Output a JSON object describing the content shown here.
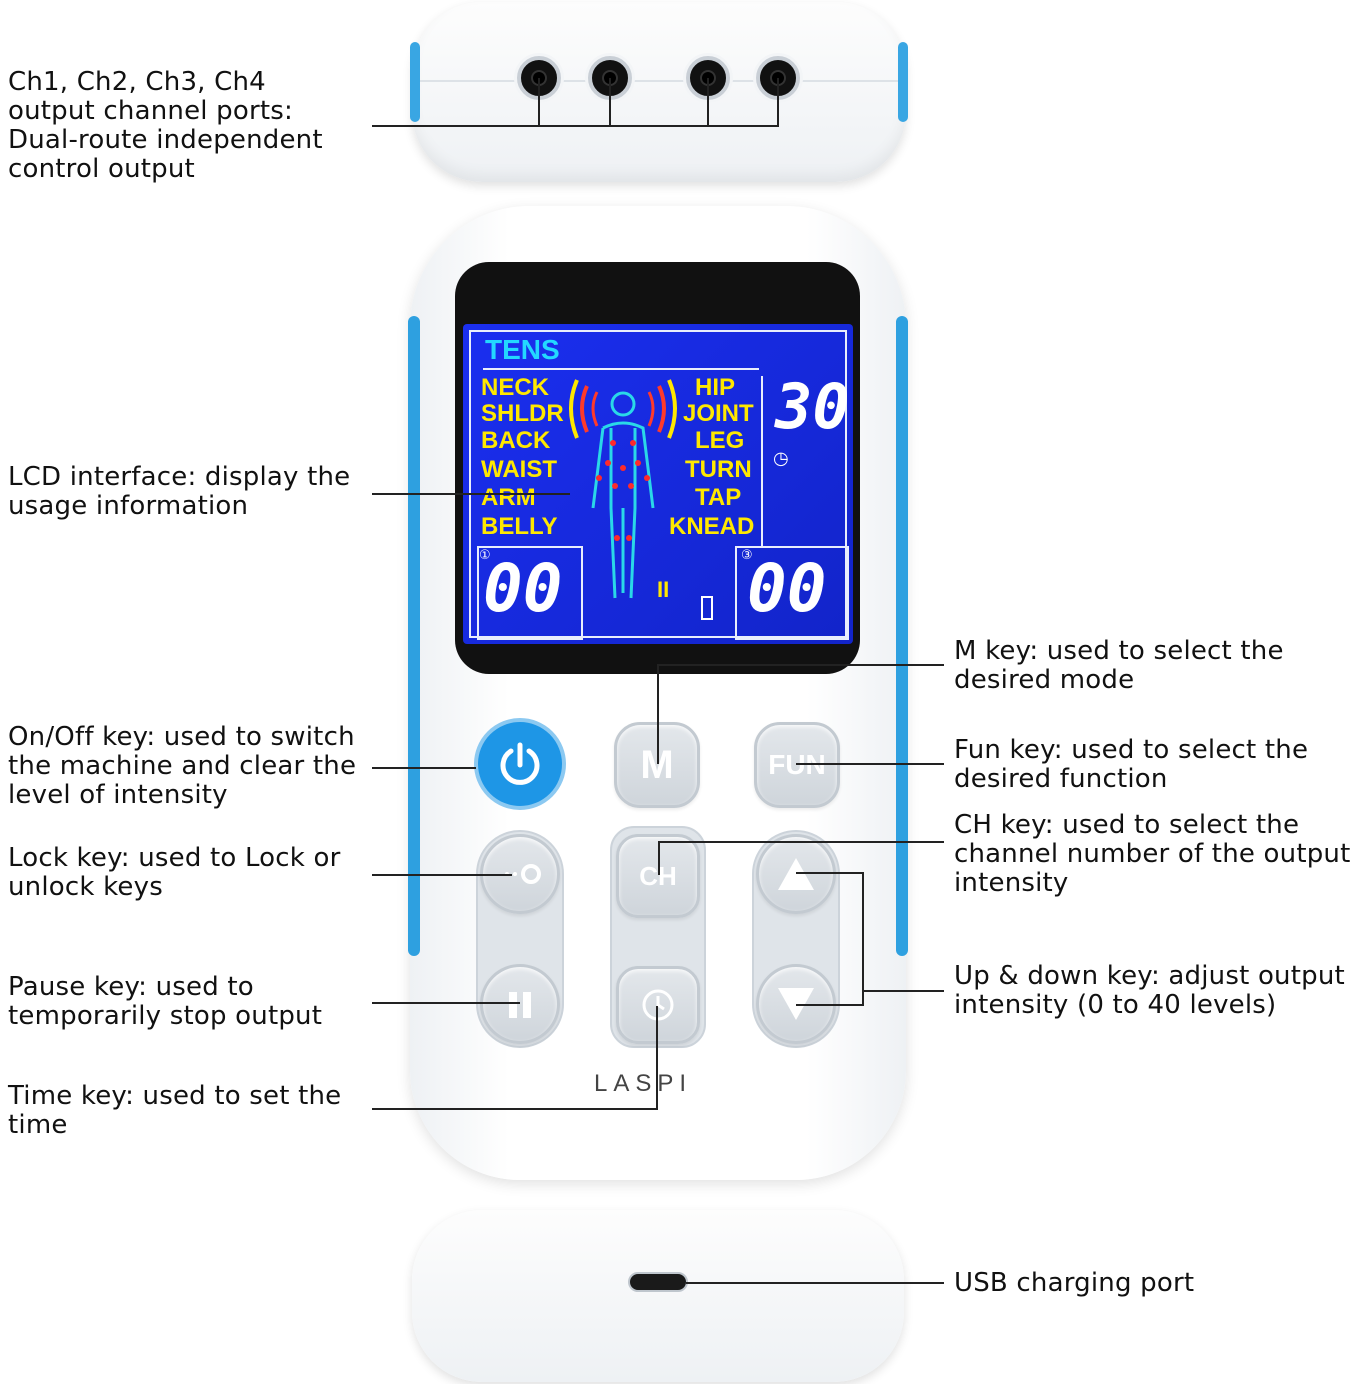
{
  "annotations": {
    "ports": [
      "Ch1, Ch2, Ch3, Ch4",
      "output channel ports:",
      "Dual-route independent",
      "control output"
    ],
    "lcd": [
      "LCD interface: display the",
      "usage information"
    ],
    "onoff": [
      "On/Off key: used to switch",
      "the machine and clear the",
      "level of intensity"
    ],
    "lock": [
      "Lock key: used to Lock or",
      "unlock keys"
    ],
    "pause": [
      "Pause key: used to",
      "temporarily stop output"
    ],
    "time": [
      "Time key: used to set the",
      "time"
    ],
    "mkey": [
      "M key: used to select the",
      "desired mode"
    ],
    "fun": [
      "Fun key: used to select the",
      "desired function"
    ],
    "ch": [
      "CH key: used to select the",
      "channel number of the output",
      "intensity"
    ],
    "updown": [
      "Up & down key: adjust output",
      "intensity (0 to 40 levels)"
    ],
    "usb": [
      "USB charging port"
    ]
  },
  "lcd": {
    "title": "TENS",
    "modes_left": [
      "NECK",
      "SHLDR",
      "BACK",
      "WAIST",
      "ARM",
      "BELLY"
    ],
    "modes_right": [
      "HIP",
      "JOINT",
      "LEG",
      "TURN",
      "TAP",
      "KNEAD"
    ],
    "timer": "30",
    "channel1": "00",
    "channel3": "00",
    "ch1_marker": "①",
    "ch3_marker": "③",
    "pause_glyph": "II"
  },
  "buttons": {
    "m": "M",
    "fun": "FUN",
    "ch": "CH"
  },
  "brand": "LASPI",
  "colors": {
    "lcd_blue": "#1b2ff0",
    "mode_yellow": "#ffe800",
    "title_cyan": "#23d8ff",
    "power_blue": "#1e96e6",
    "shell_accent": "#2ea0e0"
  }
}
